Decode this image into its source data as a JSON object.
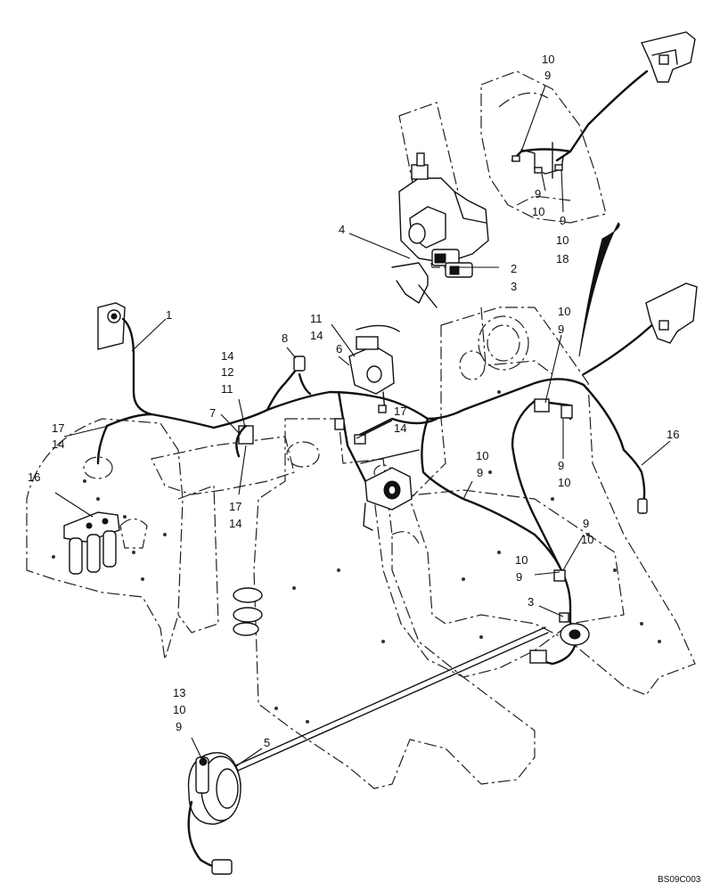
{
  "drawing_ref": "BS09C003",
  "callouts": {
    "c1": "1",
    "c4": "4",
    "c2": "2",
    "c3a": "3",
    "c10_t1": "10",
    "c9_t1": "9",
    "c9_t2": "9",
    "c10_t2": "10",
    "c9_t3": "9",
    "c10_t3": "10",
    "c18": "18",
    "c10_r1": "10",
    "c9_r1": "9",
    "c11_a": "11",
    "c14_a": "14",
    "c8": "8",
    "c6": "6",
    "c14_b": "14",
    "c12": "12",
    "c11_b": "11",
    "c7": "7",
    "c17_a": "17",
    "c14_c": "14",
    "c17_l": "17",
    "c14_l": "14",
    "c16_l": "16",
    "c17_b": "17",
    "c14_d": "14",
    "c10_m": "10",
    "c9_m": "9",
    "c9_r2": "9",
    "c10_r2": "10",
    "c16_r": "16",
    "c9_r3": "9",
    "c10_r3": "10",
    "c10_r4": "10",
    "c9_r4": "9",
    "c3b": "3",
    "c13": "13",
    "c10_b": "10",
    "c9_b": "9",
    "c5": "5"
  }
}
